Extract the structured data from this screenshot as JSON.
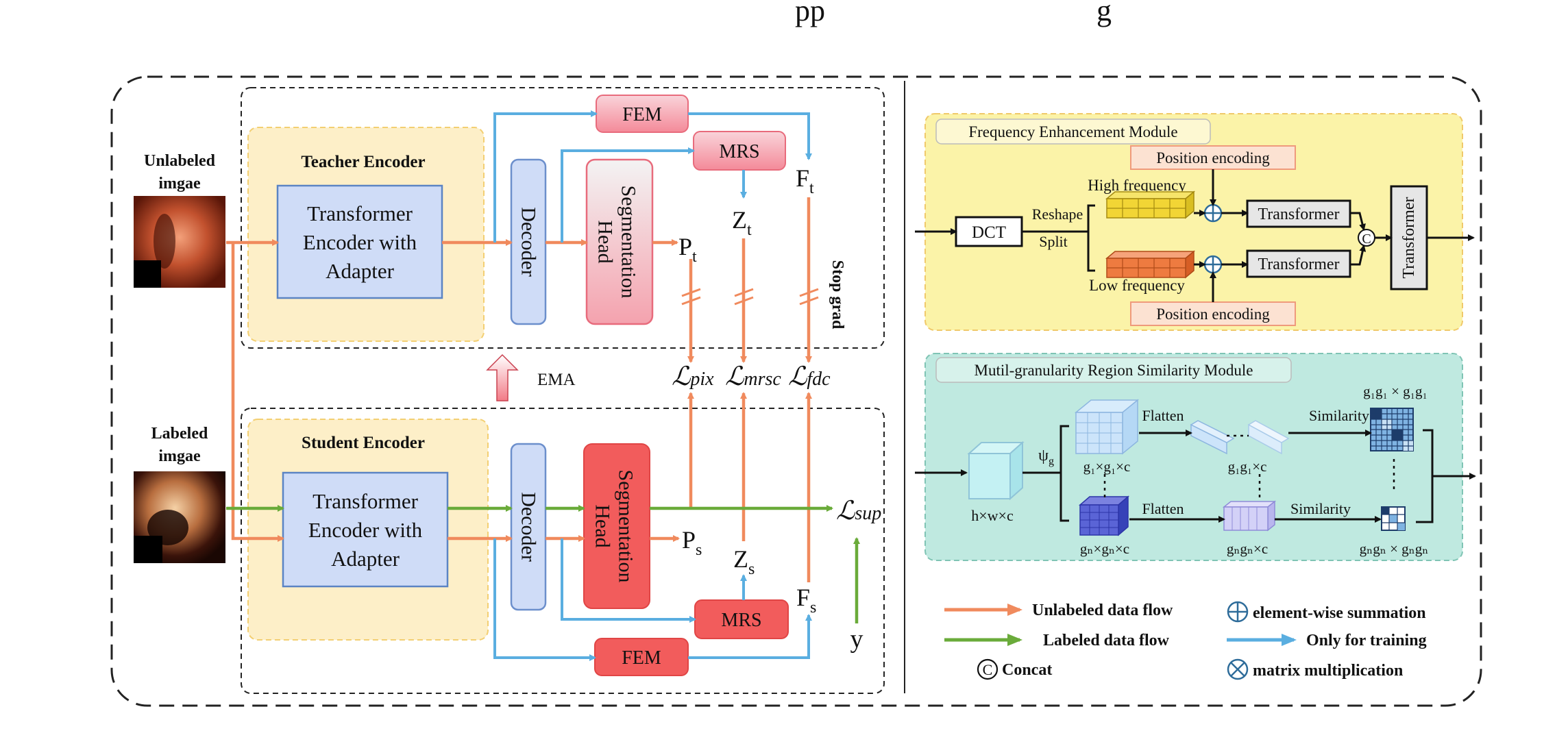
{
  "colors": {
    "unlabeled_flow": "#f08a5d",
    "labeled_flow": "#6aab3a",
    "training_only": "#5aaee0",
    "encoder_panel": "#fdefc8",
    "transformer_box": "#cfdcf7",
    "decoder_box": "#cfdcf7",
    "teacher_head": "#f7b7bf",
    "student_head": "#f25c5c",
    "fem_panel": "#fbf3a8",
    "mrs_panel": "#bfe9e0"
  },
  "header": {
    "clipped_title_fragment": "pp                                    g"
  },
  "inputs": {
    "unlabeled_label": "Unlabeled imgae",
    "unlabeled_label_line1": "Unlabeled",
    "unlabeled_label_line2": "imgae",
    "labeled_label_line1": "Labeled",
    "labeled_label_line2": "imgae"
  },
  "teacher": {
    "title": "Teacher Encoder",
    "encoder_line1": "Transformer",
    "encoder_line2": "Encoder with",
    "encoder_line3": "Adapter",
    "decoder": "Decoder",
    "head_line1": "Segmentation",
    "head_line2": "Head",
    "fem": "FEM",
    "mrs": "MRS",
    "p_out": "P",
    "p_sub": "t",
    "z_out": "Z",
    "z_sub": "t",
    "f_out": "F",
    "f_sub": "t",
    "stop_grad": "Stop grad"
  },
  "ema": "EMA",
  "losses": {
    "pix_script": "ℒ",
    "pix_sub": "pix",
    "mrsc_script": "ℒ",
    "mrsc_sub": "mrsc",
    "fdc_script": "ℒ",
    "fdc_sub": "fdc",
    "sup_script": "ℒ",
    "sup_sub": "sup"
  },
  "student": {
    "title": "Student Encoder",
    "encoder_line1": "Transformer",
    "encoder_line2": "Encoder with",
    "encoder_line3": "Adapter",
    "decoder": "Decoder",
    "head_line1": "Segmentation",
    "head_line2": "Head",
    "fem": "FEM",
    "mrs": "MRS",
    "p_out": "P",
    "p_sub": "s",
    "z_out": "Z",
    "z_sub": "s",
    "f_out": "F",
    "f_sub": "s",
    "label_y": "y"
  },
  "fem_module": {
    "title": "Frequency Enhancement Module",
    "pos_enc_top": "Position encoding",
    "pos_enc_bottom": "Position encoding",
    "high_freq": "High frequency",
    "low_freq": "Low frequency",
    "dct": "DCT",
    "reshape": "Reshape",
    "split": "Split",
    "transformer_top": "Transformer",
    "transformer_bottom": "Transformer",
    "transformer_right": "Transformer",
    "concat_symbol": "C"
  },
  "mrs_module": {
    "title": "Mutil-granularity Region Similarity Module",
    "input_dims": "h×w×c",
    "psi": "ψ",
    "psi_sub": "g",
    "top_dims": "g₁×g₁×c",
    "bottom_dims": "gₙ×gₙ×c",
    "flatten_top": "Flatten",
    "flatten_bottom": "Flatten",
    "flat_top_dims": "g₁g₁×c",
    "flat_bottom_dims": "gₙgₙ×c",
    "similarity_top": "Similarity",
    "similarity_bottom": "Similarity",
    "sim_top_dims": "g₁g₁ × g₁g₁",
    "sim_bottom_dims": "gₙgₙ × gₙgₙ"
  },
  "legend": {
    "unlabeled": "Unlabeled data flow",
    "labeled": "Labeled data flow",
    "concat": "Concat",
    "concat_symbol": "C",
    "sum": "element-wise summation",
    "training": "Only for training",
    "matmul": "matrix multiplication"
  }
}
